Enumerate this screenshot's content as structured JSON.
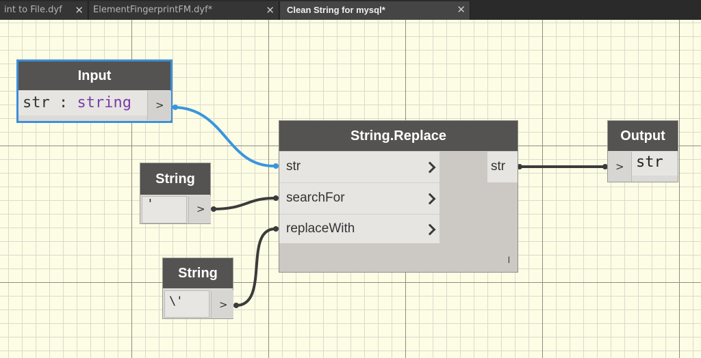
{
  "tabs": [
    {
      "label": "int to File.dyf",
      "close": "✕"
    },
    {
      "label": "ElementFingerprintFM.dyf*",
      "close": "✕"
    },
    {
      "label": "Clean String for mysql*",
      "close": "✕",
      "active": true
    }
  ],
  "nodes": {
    "input": {
      "title": "Input",
      "code_name": "str",
      "code_sep": " : ",
      "code_type": "string",
      "out_arrow": ">"
    },
    "string1": {
      "title": "String",
      "value": "'",
      "out_arrow": ">"
    },
    "string2": {
      "title": "String",
      "value": "\\'",
      "out_arrow": ">"
    },
    "replace": {
      "title": "String.Replace",
      "inputs": [
        "str",
        "searchFor",
        "replaceWith"
      ],
      "output": "str",
      "lacing": "l"
    },
    "output": {
      "title": "Output",
      "in_arrow": ">",
      "value": "str"
    }
  },
  "colors": {
    "selected_border": "#3d8fd8",
    "selected_wire": "#3a95dd",
    "wire": "#3b3b3b",
    "type_text": "#7a3da8"
  }
}
